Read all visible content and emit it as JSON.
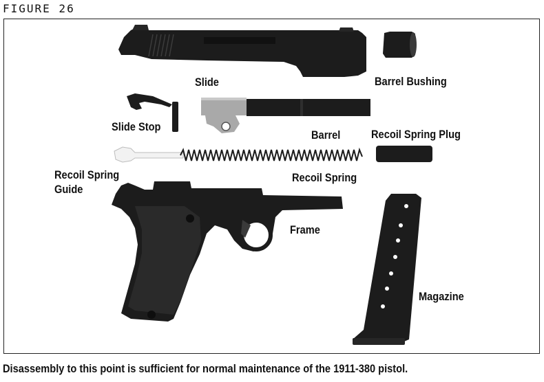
{
  "figure_title": "FIGURE 26",
  "labels": {
    "slide": "Slide",
    "barrel_bushing": "Barrel Bushing",
    "slide_stop": "Slide Stop",
    "barrel": "Barrel",
    "recoil_spring_plug": "Recoil Spring Plug",
    "recoil_spring_guide_line1": "Recoil Spring",
    "recoil_spring_guide_line2": "Guide",
    "recoil_spring": "Recoil Spring",
    "frame": "Frame",
    "magazine": "Magazine"
  },
  "caption": "Disassembly to this point is sufficient for normal maintenance of the 1911-380 pistol.",
  "colors": {
    "part_dark": "#1c1c1c",
    "part_mid": "#3a3a3a",
    "barrel_hood": "#a9a9a9",
    "guide_white": "#f2f2f2",
    "text": "#111111"
  }
}
